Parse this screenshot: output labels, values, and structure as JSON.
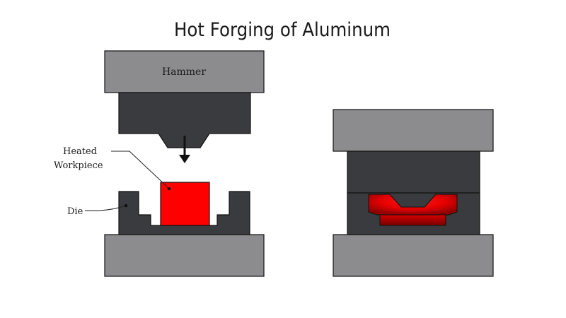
{
  "title": "Hot Forging of Aluminum",
  "labels": {
    "hammer": "Hammer",
    "heated_workpiece_line1": "Heated",
    "heated_workpiece_line2": "Workpiece",
    "die": "Die"
  },
  "colors": {
    "plate": "#8c8c8e",
    "dark": "#393b3e",
    "red": "#ff0000",
    "red_dark": "#9e0000",
    "outline": "#111111",
    "text": "#1a1a1a",
    "background": "#ffffff"
  }
}
